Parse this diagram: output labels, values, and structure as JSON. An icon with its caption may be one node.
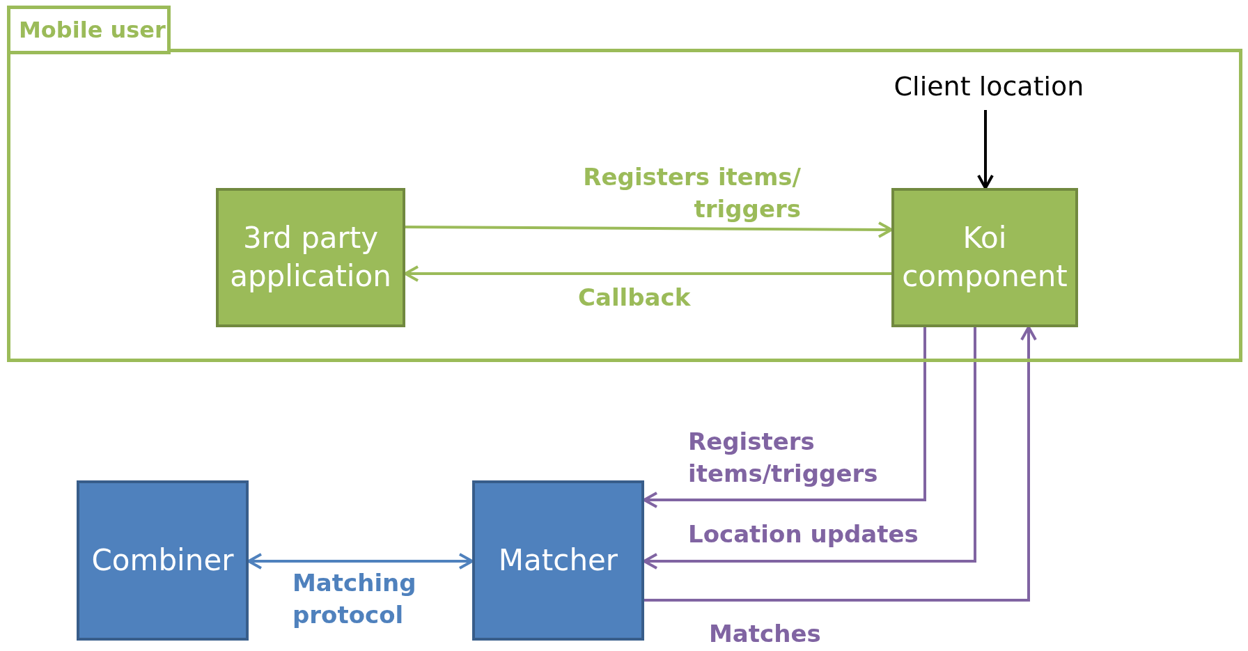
{
  "diagram": {
    "nodes": [
      {
        "text": [
          "Mobile user"
        ]
      },
      {
        "text": [
          "3rd party application"
        ],
        "in": 0
      },
      {
        "text": [
          "Koi component"
        ],
        "in": 0
      },
      {
        "text": [
          "Client location"
        ],
        "in": 0
      },
      {
        "text": [
          "Combiner"
        ]
      },
      {
        "text": [
          "Matcher"
        ]
      }
    ],
    "edges": [
      {
        "from": 1,
        "to": 2,
        "arrow": "to",
        "label": "Registers items/ triggers",
        "color": "#9bbb59"
      },
      {
        "from": 2,
        "to": 1,
        "arrow": "to",
        "label": "Callback",
        "color": "#9bbb59"
      },
      {
        "from": 3,
        "to": 2,
        "arrow": "to",
        "color": "#000000"
      },
      {
        "from": 2,
        "to": 5,
        "arrow": "to",
        "label": "Registers items/triggers"
      },
      {
        "from": 2,
        "to": 5,
        "arrow": "to",
        "label": "Location updates"
      },
      {
        "from": 5,
        "to": 2,
        "arrow": "to",
        "label": "Matches"
      },
      {
        "from": 4,
        "to": 5,
        "arrow": "both",
        "label": "Matching protocol",
        "color": "#4f81bd"
      }
    ]
  }
}
